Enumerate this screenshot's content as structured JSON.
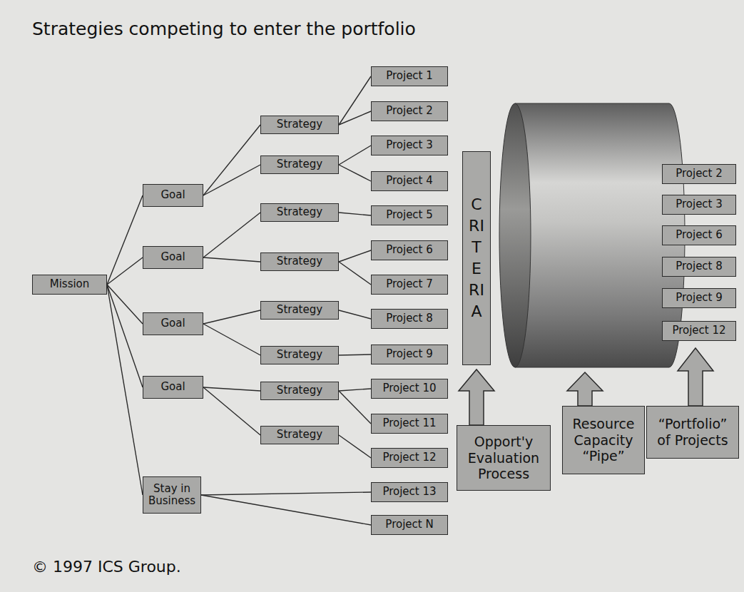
{
  "diagram": {
    "title": "Strategies competing to enter the portfolio",
    "nodes": [
      {
        "text": [
          "Mission"
        ]
      },
      {
        "text": [
          "Goal"
        ]
      },
      {
        "text": [
          "Goal"
        ]
      },
      {
        "text": [
          "Goal"
        ]
      },
      {
        "text": [
          "Goal"
        ]
      },
      {
        "text": [
          "Stay in Business"
        ]
      },
      {
        "text": [
          "Strategy"
        ]
      },
      {
        "text": [
          "Strategy"
        ]
      },
      {
        "text": [
          "Strategy"
        ]
      },
      {
        "text": [
          "Strategy"
        ]
      },
      {
        "text": [
          "Strategy"
        ]
      },
      {
        "text": [
          "Strategy"
        ]
      },
      {
        "text": [
          "Strategy"
        ]
      },
      {
        "text": [
          "Strategy"
        ]
      },
      {
        "text": [
          "Project 1"
        ]
      },
      {
        "text": [
          "Project 2"
        ]
      },
      {
        "text": [
          "Project 3"
        ]
      },
      {
        "text": [
          "Project 4"
        ]
      },
      {
        "text": [
          "Project 5"
        ]
      },
      {
        "text": [
          "Project 6"
        ]
      },
      {
        "text": [
          "Project 7"
        ]
      },
      {
        "text": [
          "Project 8"
        ]
      },
      {
        "text": [
          "Project 9"
        ]
      },
      {
        "text": [
          "Project 10"
        ]
      },
      {
        "text": [
          "Project 11"
        ]
      },
      {
        "text": [
          "Project 12"
        ]
      },
      {
        "text": [
          "Project 13"
        ]
      },
      {
        "text": [
          "Project N"
        ]
      },
      {
        "text": [
          "CRITERIA"
        ]
      },
      {
        "text": [
          "Opport'y Evaluation Process"
        ]
      },
      {
        "text": [
          "Resource Capacity “Pipe”"
        ]
      },
      {
        "text": [
          "“Portfolio” of Projects"
        ]
      },
      {
        "text": [
          "Project 2"
        ]
      },
      {
        "text": [
          "Project 3"
        ]
      },
      {
        "text": [
          "Project 6"
        ]
      },
      {
        "text": [
          "Project 8"
        ]
      },
      {
        "text": [
          "Project 9"
        ]
      },
      {
        "text": [
          "Project 12"
        ]
      }
    ],
    "edges": [
      {
        "from": 0,
        "to": 1,
        "arrow": "none"
      },
      {
        "from": 0,
        "to": 2,
        "arrow": "none"
      },
      {
        "from": 0,
        "to": 3,
        "arrow": "none"
      },
      {
        "from": 0,
        "to": 4,
        "arrow": "none"
      },
      {
        "from": 0,
        "to": 5,
        "arrow": "none"
      },
      {
        "from": 1,
        "to": 6,
        "arrow": "none"
      },
      {
        "from": 1,
        "to": 7,
        "arrow": "none"
      },
      {
        "from": 2,
        "to": 8,
        "arrow": "none"
      },
      {
        "from": 2,
        "to": 9,
        "arrow": "none"
      },
      {
        "from": 3,
        "to": 10,
        "arrow": "none"
      },
      {
        "from": 3,
        "to": 11,
        "arrow": "none"
      },
      {
        "from": 4,
        "to": 12,
        "arrow": "none"
      },
      {
        "from": 4,
        "to": 13,
        "arrow": "none"
      },
      {
        "from": 5,
        "to": 26,
        "arrow": "none"
      },
      {
        "from": 5,
        "to": 27,
        "arrow": "none"
      },
      {
        "from": 6,
        "to": 14,
        "arrow": "none"
      },
      {
        "from": 6,
        "to": 15,
        "arrow": "none"
      },
      {
        "from": 7,
        "to": 16,
        "arrow": "none"
      },
      {
        "from": 7,
        "to": 17,
        "arrow": "none"
      },
      {
        "from": 8,
        "to": 18,
        "arrow": "none"
      },
      {
        "from": 9,
        "to": 19,
        "arrow": "none"
      },
      {
        "from": 9,
        "to": 20,
        "arrow": "none"
      },
      {
        "from": 10,
        "to": 21,
        "arrow": "none"
      },
      {
        "from": 11,
        "to": 22,
        "arrow": "none"
      },
      {
        "from": 12,
        "to": 23,
        "arrow": "none"
      },
      {
        "from": 12,
        "to": 24,
        "arrow": "none"
      },
      {
        "from": 13,
        "to": 25,
        "arrow": "none"
      }
    ],
    "labels": [
      "© 1997 ICS Group."
    ]
  }
}
